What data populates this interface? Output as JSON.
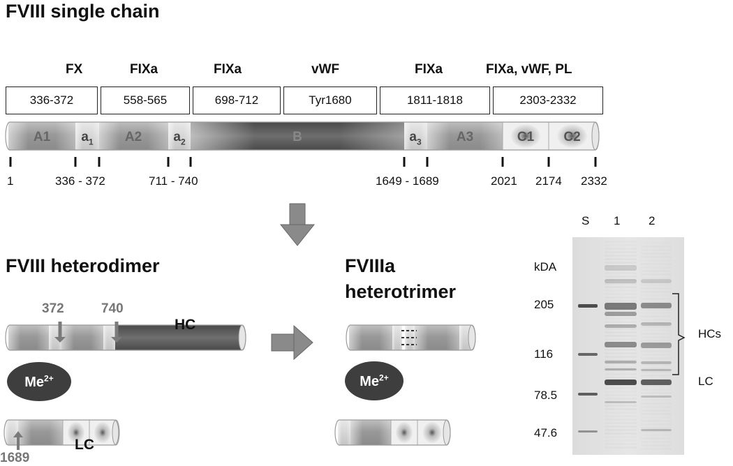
{
  "titles": {
    "single_chain": "FVIII single chain",
    "heterodimer": "FVIII heterodimer",
    "heterotrimer_line1": "FVIIIa",
    "heterotrimer_line2": "heterotrimer"
  },
  "binding_sites": [
    {
      "partner": "FX",
      "range": "336-372"
    },
    {
      "partner": "FIXa",
      "range": "558-565"
    },
    {
      "partner": "FIXa",
      "range": "698-712"
    },
    {
      "partner": "vWF",
      "range": "Tyr1680"
    },
    {
      "partner": "FIXa",
      "range": "1811-1818"
    },
    {
      "partner": "FIXa, vWF, PL",
      "range": "2303-2332"
    }
  ],
  "domains": [
    "A1",
    "a1",
    "A2",
    "a2",
    "B",
    "a3",
    "A3",
    "C1",
    "C2"
  ],
  "domain_display": {
    "a1_base": "a",
    "a1_sub": "1",
    "a2_base": "a",
    "a2_sub": "2",
    "a3_base": "a",
    "a3_sub": "3"
  },
  "position_labels": [
    "1",
    "336 - 372",
    "711 - 740",
    "1649 - 1689",
    "2021",
    "2174",
    "2332"
  ],
  "heterodimer": {
    "cleavage_372": "372",
    "cleavage_740": "740",
    "cleavage_1689": "1689",
    "hc_label": "HC",
    "lc_label": "LC",
    "metal_base": "Me",
    "metal_sup": "2+"
  },
  "heterotrimer": {
    "metal_base": "Me",
    "metal_sup": "2+"
  },
  "gel": {
    "lane_labels": [
      "S",
      "1",
      "2"
    ],
    "unit_label": "kDA",
    "markers": [
      "205",
      "116",
      "78.5",
      "47.6"
    ],
    "band_labels": {
      "hcs": "HCs",
      "lc": "LC"
    }
  },
  "colors": {
    "domain_gray": "#9a9a9a",
    "b_domain_dark": "#4a4a4a",
    "acidic_light": "#d0d0d0",
    "c_domain_light": "#f0f0f0",
    "metal_ellipse": "#3e3e3e",
    "arrow_gray": "#7a7a7a",
    "cut_label_gray": "#777777",
    "gel_bg": "#e8e8e8"
  }
}
